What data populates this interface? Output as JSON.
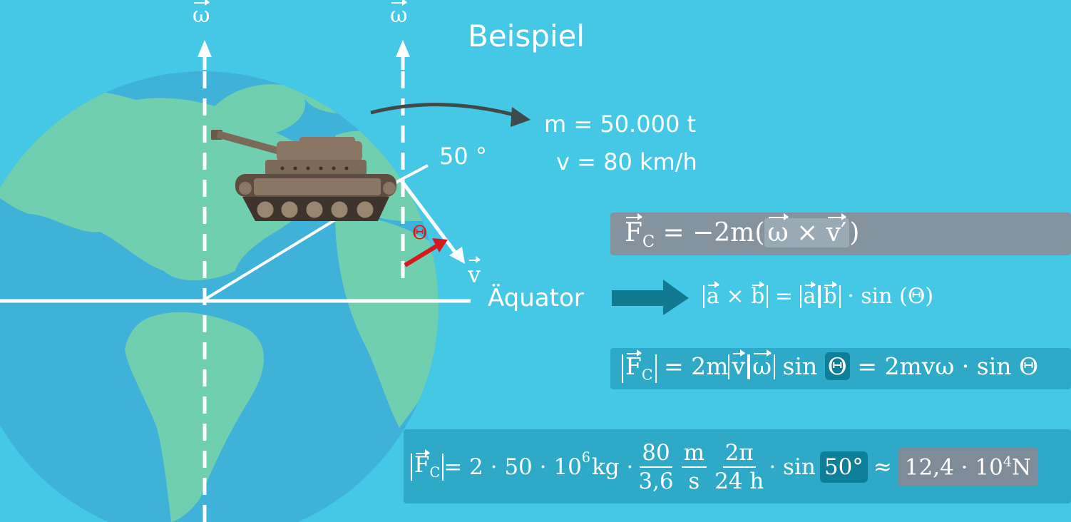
{
  "title": "Beispiel",
  "omega_label_left": "ω",
  "omega_label_right": "ω",
  "angle_label": "50 °",
  "theta_label": "Θ",
  "v_label": "v",
  "equator_label": "Äquator",
  "given": {
    "mass": "m = 50.000 t",
    "velocity": "v = 80 km/h"
  },
  "formula1": {
    "lhs": "F",
    "lhs_sub": "C",
    "eq": " = −2m(",
    "omega": "ω",
    "times": " × ",
    "vprime": "v′",
    "close": ")"
  },
  "formula2": {
    "a": "a",
    "times": " × ",
    "b": "b",
    "eq": " = ",
    "a2": "a",
    "b2": "b",
    "rest": " · sin (Θ)"
  },
  "formula3": {
    "lhs": "F",
    "lhs_sub": "C",
    "eq": " = 2m",
    "v": "v",
    "omega": "ω",
    "sin": " sin ",
    "theta": "Θ",
    "rest": " = 2mvω · sin Θ"
  },
  "formula4": {
    "lhs": "F",
    "lhs_sub": "C",
    "eq": " = 2 · 50 · 10",
    "exp": "6",
    "kg": "kg ·",
    "frac1_num": "80",
    "frac1_den": "3,6",
    "frac2_num": "m",
    "frac2_den": "s",
    "frac3_num": "2π",
    "frac3_den": "24 h",
    "sin": "· sin",
    "angle": "50°",
    "approx": "≈",
    "result": "12,4 · 10",
    "result_exp": "4",
    "result_unit": "N"
  },
  "colors": {
    "background": "#45c8e6",
    "ocean": "#3db3d8",
    "land": "#6fcfad",
    "arrow_dark": "#3f4a4a",
    "theta_red": "#d7191c",
    "tank": "#7b6a58"
  }
}
